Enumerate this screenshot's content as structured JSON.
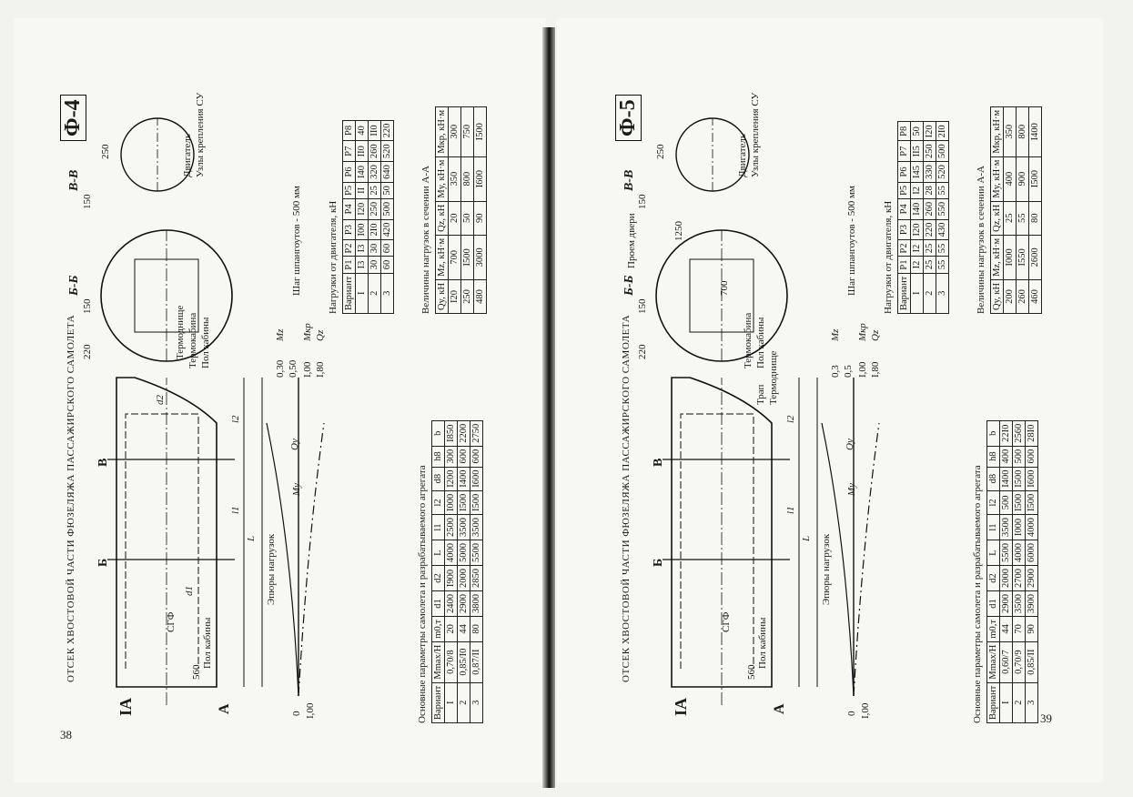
{
  "pages": {
    "left": {
      "number": "38",
      "code": "Ф-4",
      "title": "ОТСЕК ХВОСТОВОЙ ЧАСТИ ФЮЗЕЛЯЖА ПАССАЖИРСКОГО САМОЛЕТА",
      "sections": [
        "Б-Б",
        "В-В"
      ],
      "section_marks": [
        "IA",
        "A",
        "Б",
        "В"
      ],
      "labels": {
        "epure": "Эпюры нагрузок",
        "step": "Шаг шпангоутов - 500 мм",
        "pol": "Пол кабины",
        "pol_left": "Пол кабины",
        "thermo": "Термоднище",
        "thermocabin": "Термокабина",
        "engine": "Двигатель",
        "nodes": "Узлы крепления СУ",
        "sgf": "СГФ",
        "zero": "0",
        "one": "I,00",
        "v030": "0,30",
        "v050": "0,50",
        "v100": "I,00",
        "v180": "I,80",
        "Mz": "Mz",
        "Mkp": "Мкр",
        "Qz": "Qz",
        "Qy": "Qy",
        "My": "My",
        "d1": "d1",
        "d2": "d2",
        "L": "L",
        "l1": "l1",
        "l2": "l2",
        "d250": "250",
        "d220": "220",
        "d150a": "150",
        "d150b": "150",
        "d560": "560"
      },
      "params_caption": "Основные параметры самолета и разрабатываемого агрегата",
      "params_header": [
        "Вариант",
        "Mmax/H",
        "m0,т",
        "d1",
        "d2",
        "L",
        "l1",
        "l2",
        "d8",
        "h8",
        "b"
      ],
      "params_rows": [
        [
          "I",
          "0,70/8",
          "20",
          "2400",
          "I900",
          "4000",
          "2500",
          "I000",
          "I200",
          "300",
          "I850"
        ],
        [
          "2",
          "0,85/I0",
          "44",
          "2900",
          "2000",
          "5000",
          "3500",
          "I500",
          "I400",
          "600",
          "2200"
        ],
        [
          "3",
          "0,87/II",
          "80",
          "3800",
          "2850",
          "5500",
          "3500",
          "I500",
          "I600",
          "600",
          "2750"
        ]
      ],
      "engine_caption": "Нагрузки от двигателя, кН",
      "engine_header": [
        "Вариант",
        "P1",
        "P2",
        "P3",
        "P4",
        "P5",
        "P6",
        "P7",
        "P8"
      ],
      "engine_rows": [
        [
          "I",
          "I3",
          "I3",
          "I00",
          "I20",
          "II",
          "I40",
          "II0",
          "40"
        ],
        [
          "2",
          "30",
          "30",
          "2I0",
          "250",
          "25",
          "320",
          "260",
          "II0"
        ],
        [
          "3",
          "60",
          "60",
          "420",
          "500",
          "50",
          "640",
          "520",
          "220"
        ]
      ],
      "loads_caption": "Величины нагрузок в сечении А-А",
      "loads_header": [
        "Qy, кН",
        "Mz, кН·м",
        "Qz, кН",
        "My, кН·м",
        "Mкр, кН·м"
      ],
      "loads_rows": [
        [
          "I20",
          "700",
          "20",
          "350",
          "300"
        ],
        [
          "250",
          "I500",
          "50",
          "800",
          "750"
        ],
        [
          "480",
          "3000",
          "90",
          "I600",
          "I500"
        ]
      ]
    },
    "right": {
      "number": "39",
      "code": "Ф-5",
      "title": "ОТСЕК ХВОСТОВОЙ ЧАСТИ ФЮЗЕЛЯЖА ПАССАЖИРСКОГО САМОЛЕТА",
      "sections": [
        "Б-Б",
        "В-В"
      ],
      "section_marks": [
        "IA",
        "A",
        "Б",
        "В"
      ],
      "labels": {
        "epure": "Эпюры нагрузок",
        "step": "Шаг шпангоутов - 500 мм",
        "pol": "Пол кабины",
        "pol_left": "Пол кабины",
        "thermo": "Термоднище",
        "thermocabin": "Термокабина",
        "engine": "Двигатель",
        "nodes": "Узлы крепления СУ",
        "trap": "Трап",
        "door": "Проем двери",
        "sgf": "СГФ",
        "zero": "0",
        "one": "I,00",
        "v03": "0,3",
        "v05": "0,5",
        "v100": "I,00",
        "v180": "I,80",
        "Mz": "Mz",
        "Mkp": "Мкр",
        "Qz": "Qz",
        "Qy": "Qy",
        "My": "My",
        "L": "L",
        "l1": "l1",
        "l2": "l2",
        "d250": "250",
        "d220": "220",
        "d150a": "150",
        "d150b": "150",
        "d1250": "1250",
        "d700": "700",
        "d560": "560"
      },
      "params_caption": "Основные параметры самолета и разрабатываемого агрегата",
      "params_header": [
        "Вариант",
        "Mmax/H",
        "m0,т",
        "d1",
        "d2",
        "L",
        "l1",
        "l2",
        "d8",
        "h8",
        "b"
      ],
      "params_rows": [
        [
          "I",
          "0,60/7",
          "44",
          "2900",
          "2000",
          "5500",
          "3500",
          "500",
          "I400",
          "400",
          "22I0"
        ],
        [
          "2",
          "0,70/9",
          "70",
          "3500",
          "2700",
          "4000",
          "I000",
          "I500",
          "I500",
          "500",
          "2560"
        ],
        [
          "3",
          "0,85/II",
          "90",
          "3900",
          "2900",
          "6000",
          "4000",
          "I500",
          "I600",
          "600",
          "28I0"
        ]
      ],
      "engine_caption": "Нагрузки от двигателя, кН",
      "engine_header": [
        "Вариант",
        "P1",
        "P2",
        "P3",
        "P4",
        "P5",
        "P6",
        "P7",
        "P8"
      ],
      "engine_rows": [
        [
          "I",
          "I2",
          "I2",
          "I20",
          "I40",
          "I2",
          "I45",
          "II5",
          "50"
        ],
        [
          "2",
          "25",
          "25",
          "220",
          "260",
          "28",
          "330",
          "250",
          "I20"
        ],
        [
          "3",
          "55",
          "55",
          "430",
          "550",
          "55",
          "520",
          "500",
          "2I0"
        ]
      ],
      "loads_caption": "Величины нагрузок в сечении А-А",
      "loads_header": [
        "Qy, кН",
        "Mz, кН·м",
        "Qz, кН",
        "My, кН·м",
        "Mкр, кН·м"
      ],
      "loads_rows": [
        [
          "200",
          "I000",
          "25",
          "400",
          "350"
        ],
        [
          "260",
          "I550",
          "55",
          "900",
          "800"
        ],
        [
          "460",
          "2600",
          "80",
          "I500",
          "I400"
        ]
      ]
    }
  }
}
